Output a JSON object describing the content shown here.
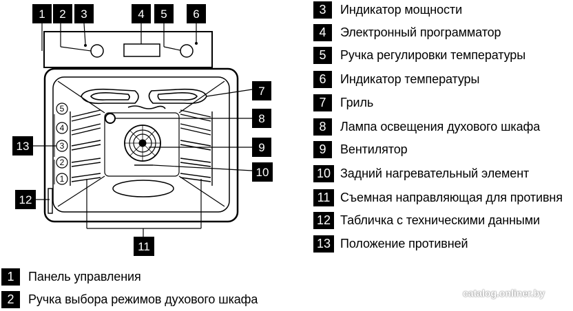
{
  "callouts": [
    "1",
    "2",
    "3",
    "4",
    "5",
    "6",
    "7",
    "8",
    "9",
    "10",
    "11",
    "12",
    "13"
  ],
  "shelf_positions": [
    "1",
    "2",
    "3",
    "4",
    "5"
  ],
  "legend": [
    {
      "num": "1",
      "label": "Панель управления"
    },
    {
      "num": "2",
      "label": "Ручка выбора режимов духового шкафа"
    },
    {
      "num": "3",
      "label": "Индикатор мощности"
    },
    {
      "num": "4",
      "label": "Электронный программатор"
    },
    {
      "num": "5",
      "label": "Ручка регулировки температуры"
    },
    {
      "num": "6",
      "label": "Индикатор температуры"
    },
    {
      "num": "7",
      "label": "Гриль"
    },
    {
      "num": "8",
      "label": "Лампа освещения духового шкафа"
    },
    {
      "num": "9",
      "label": "Вентилятор"
    },
    {
      "num": "10",
      "label": "Задний нагревательный элемент"
    },
    {
      "num": "11",
      "label": "Съемная направляющая для противня"
    },
    {
      "num": "12",
      "label": "Табличка с техническими данными"
    },
    {
      "num": "13",
      "label": "Положение противней"
    }
  ],
  "watermark": "catalog.onliner.by",
  "colors": {
    "ink": "#000000",
    "background": "#ffffff"
  }
}
